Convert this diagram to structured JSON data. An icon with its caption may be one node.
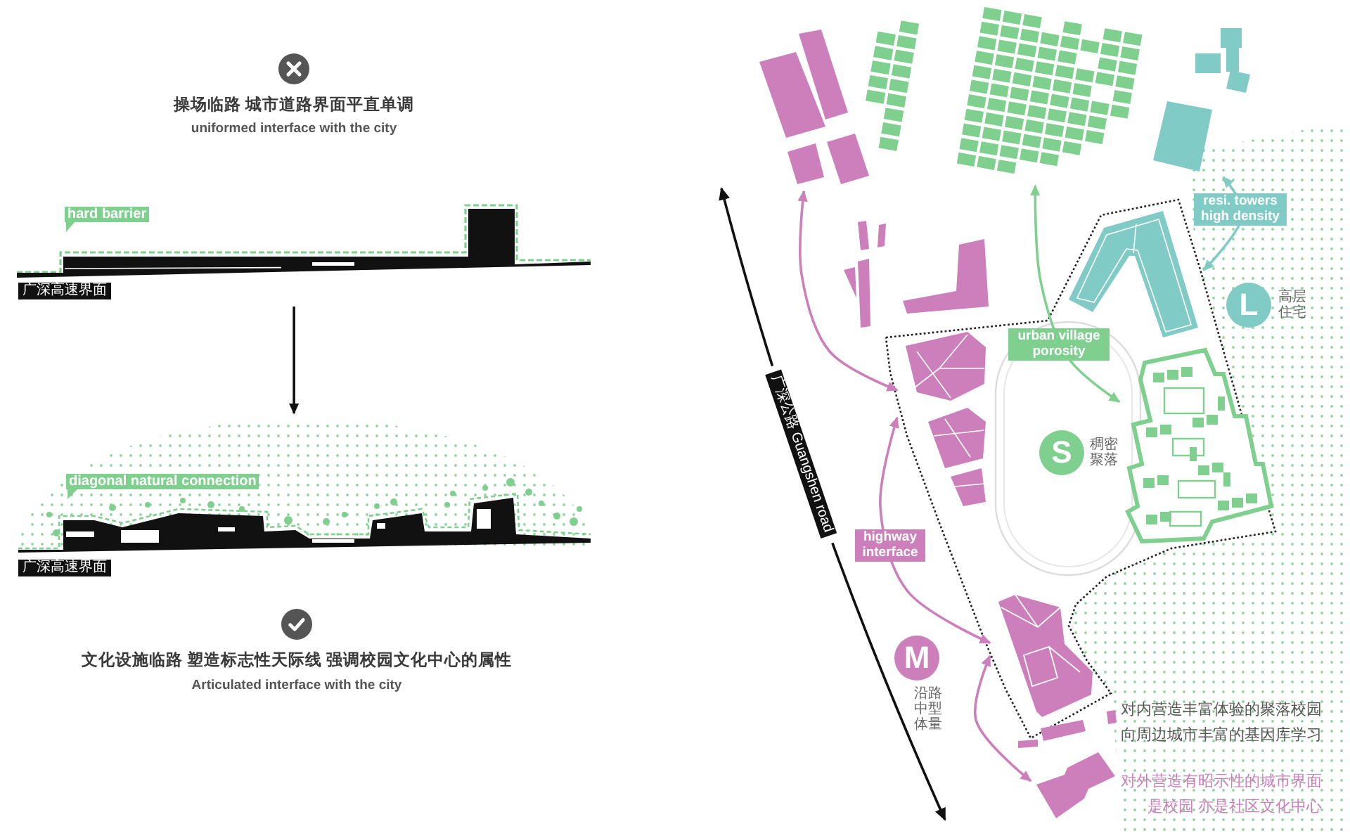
{
  "diagram": {
    "nodes": [
      {
        "text": [
          "hard barrier",
          "广深高速界面"
        ]
      },
      {
        "text": [
          "diagonal natural connection",
          "广深高速界面"
        ]
      },
      {
        "text": [],
        "shape": "picture"
      },
      {
        "text": [],
        "shape": "picture"
      },
      {
        "text": [],
        "shape": "picture"
      },
      {
        "text": [],
        "shape": "picture"
      },
      {
        "text": [],
        "shape": "picture"
      },
      {
        "text": [],
        "shape": "picture"
      },
      {
        "text": [
          "S"
        ],
        "beside": [
          "稠密聚落"
        ]
      },
      {
        "text": [
          "L"
        ],
        "beside": [
          "高层住宅"
        ]
      },
      {
        "text": [
          "M"
        ],
        "beside": [
          "沿路中型体量"
        ]
      },
      {
        "text": [],
        "shape": "picture"
      },
      {
        "text": [],
        "shape": "picture"
      },
      {
        "text": [],
        "shape": "picture"
      }
    ],
    "edges": [
      {
        "from": 0,
        "to": 1,
        "arrow": "to",
        "color": "#111111"
      },
      {
        "from": 2,
        "to": 5,
        "arrow": "both"
      },
      {
        "from": 5,
        "to": 11,
        "arrow": "both",
        "label": "highway interface"
      },
      {
        "from": 11,
        "to": 12,
        "arrow": "both"
      },
      {
        "from": 3,
        "to": 7,
        "arrow": "both",
        "label": "urban village porosity",
        "color": "#7fd08e"
      },
      {
        "from": 4,
        "to": 6,
        "arrow": "both",
        "label": "resi. towers high density",
        "color": "#80cbc6"
      }
    ],
    "labels": [
      "操场临路 城市道路界面平直单调",
      "uniformed interface with the city",
      "文化设施临路 塑造标志性天际线 强调校园文化中心的属性",
      "Articulated interface with the city",
      "广深公路 Guangshen road",
      "对内营造丰富体验的聚落校园",
      "向周边城市丰富的基因库学习",
      "对外营造有昭示性的城市界面",
      "是校园 亦是社区文化中心"
    ]
  }
}
